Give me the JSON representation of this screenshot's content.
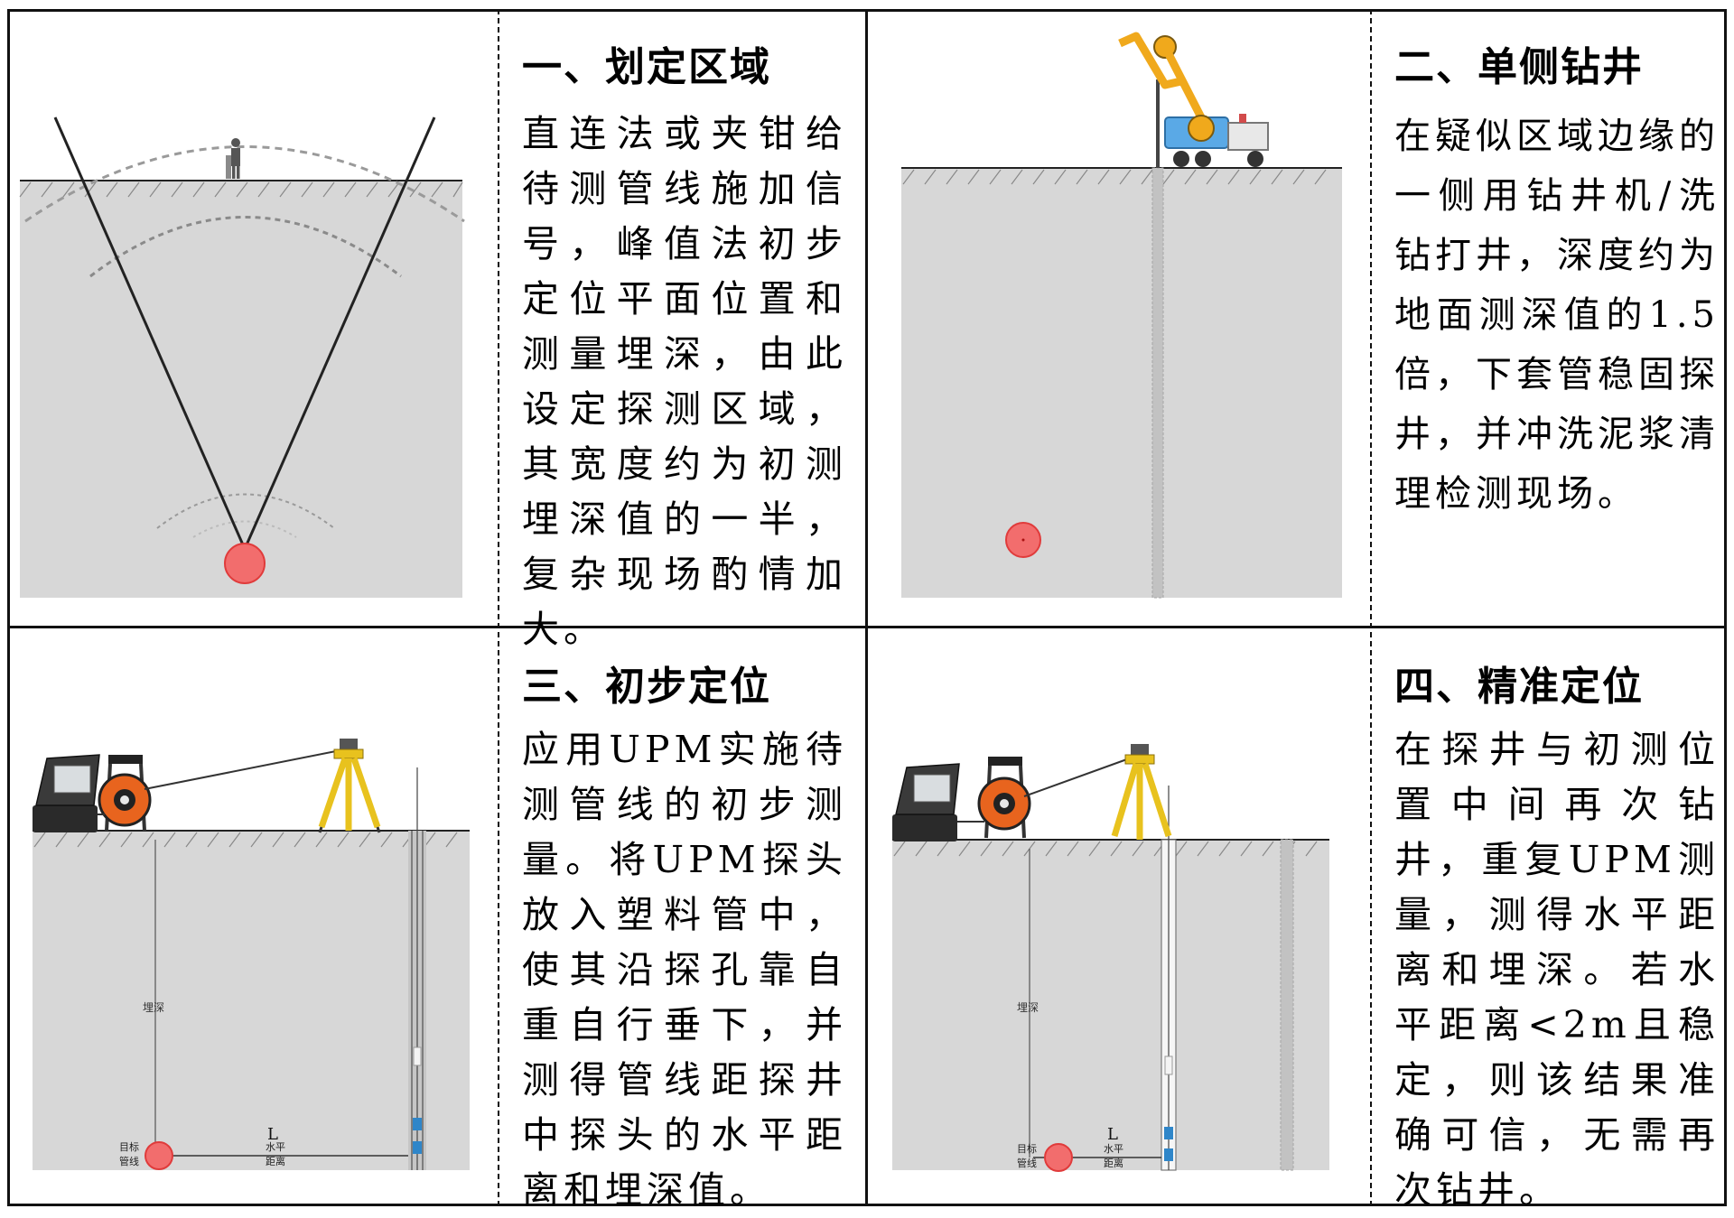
{
  "panels": [
    {
      "title": "一、划定区域",
      "body": "直连法或夹钳给待测管线施加信号，峰值法初步定位平面位置和测量埋深，由此设定探测区域，其宽度约为初测埋深值的一半，复杂现场酌情加大。"
    },
    {
      "title": "二、单侧钻井",
      "body": "在疑似区域边缘的一侧用钻井机/洗钻打井，深度约为地面测深值的1.5倍，下套管稳固探井，并冲洗泥浆清理检测现场。"
    },
    {
      "title": "三、初步定位",
      "body": "应用UPM实施待测管线的初步测量。将UPM探头放入塑料管中，使其沿探孔靠自重自行垂下，并测得管线距探井中探头的水平距离和埋深值。"
    },
    {
      "title": "四、精准定位",
      "body": "在探井与初测位置中间再次钻井，重复UPM测量，测得水平距离和埋深。若水平距离<2m且稳定，则该结果准确可信，无需再次钻井。"
    }
  ],
  "diagram_labels": {
    "depth": "埋深",
    "target_line1": "目标",
    "target_line2": "管线",
    "horiz_line1": "水平",
    "horiz_line2": "距离",
    "L": "L"
  },
  "colors": {
    "soil": "#d7d7d7",
    "target": "#f26d6d",
    "target_stroke": "#e03b3b",
    "tripod": "#e8c21e",
    "reel": "#e8641e",
    "crane": "#f0a91c"
  },
  "icons": [
    "person-icon",
    "drill-truck-icon",
    "instrument-case-icon",
    "cable-reel-icon",
    "tripod-icon",
    "probe-icon"
  ]
}
